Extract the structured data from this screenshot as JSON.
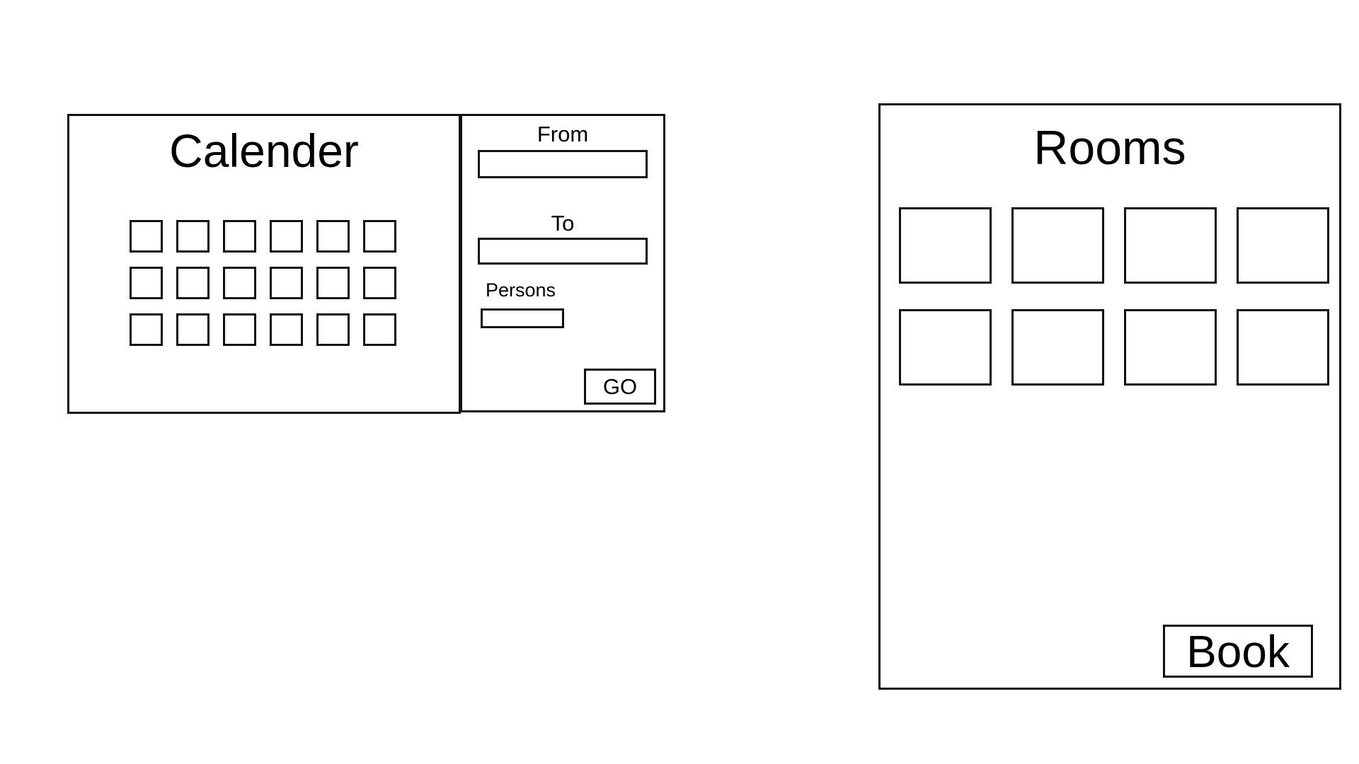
{
  "calendar": {
    "title": "Calender",
    "rows": 3,
    "columns": 6
  },
  "search": {
    "from_label": "From",
    "from_value": "",
    "to_label": "To",
    "to_value": "",
    "persons_label": "Persons",
    "persons_value": "",
    "go_label": "GO"
  },
  "rooms": {
    "title": "Rooms",
    "count": 8,
    "book_label": "Book"
  },
  "colors": {
    "stroke": "#111111",
    "background": "#ffffff"
  }
}
